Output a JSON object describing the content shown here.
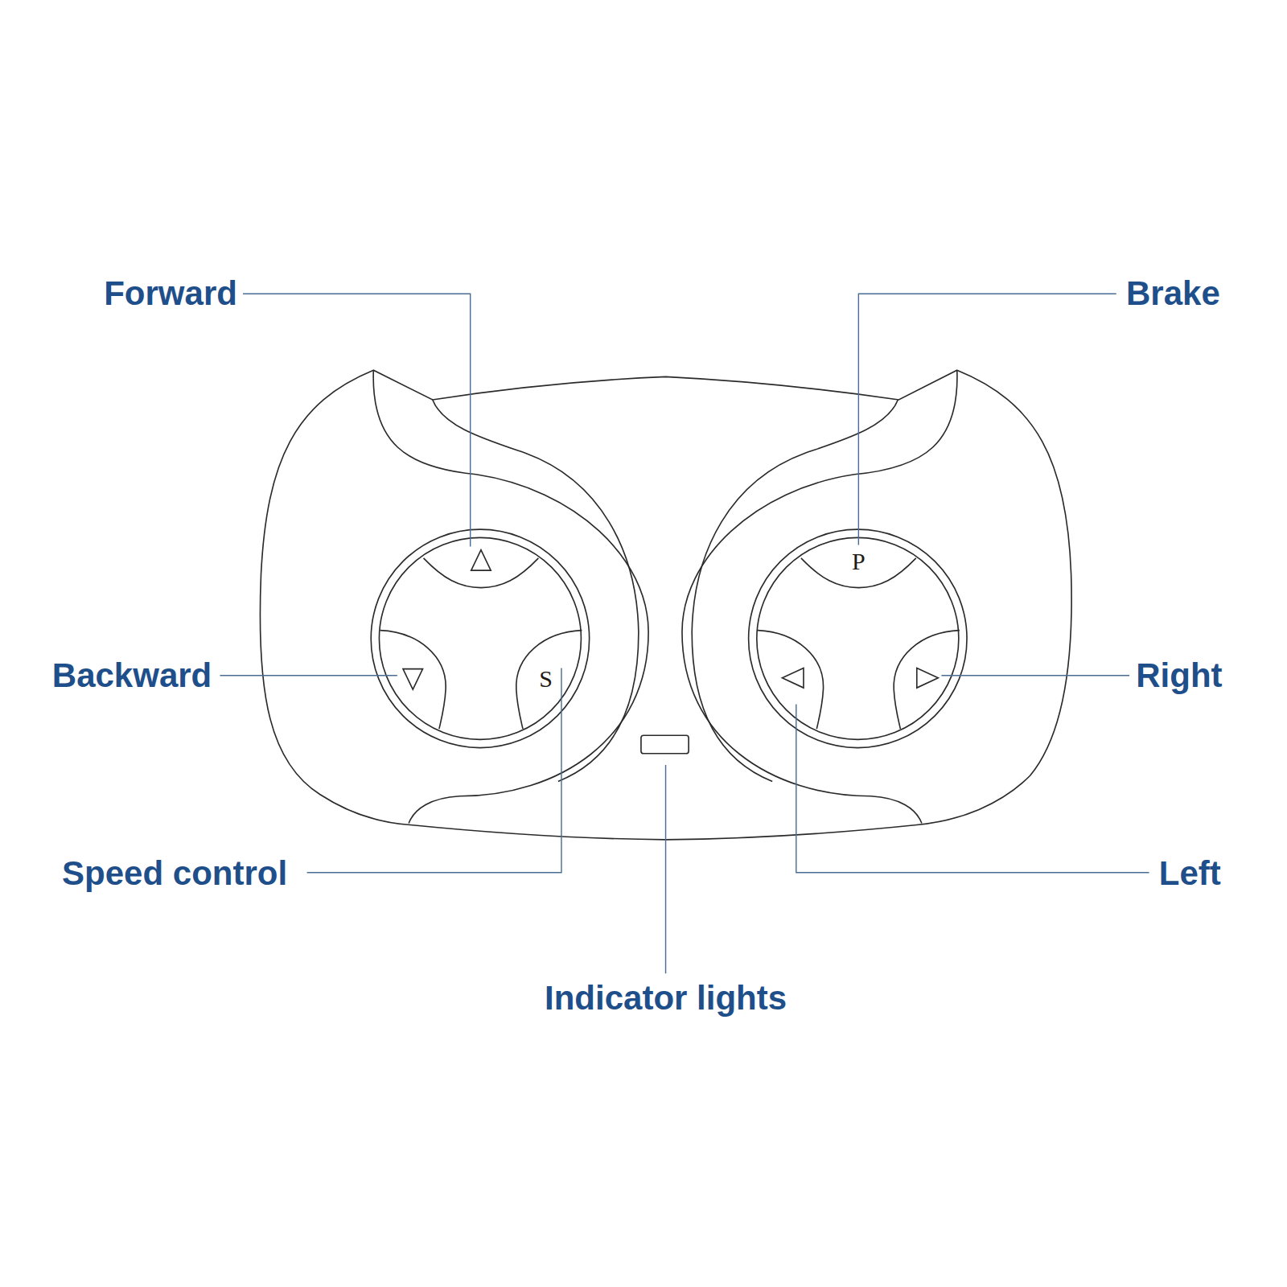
{
  "diagram": {
    "labels": [
      "Forward",
      "Brake",
      "P",
      "Backward",
      "S",
      "Right",
      "Speed control",
      "Left",
      "Indicator lights"
    ]
  }
}
